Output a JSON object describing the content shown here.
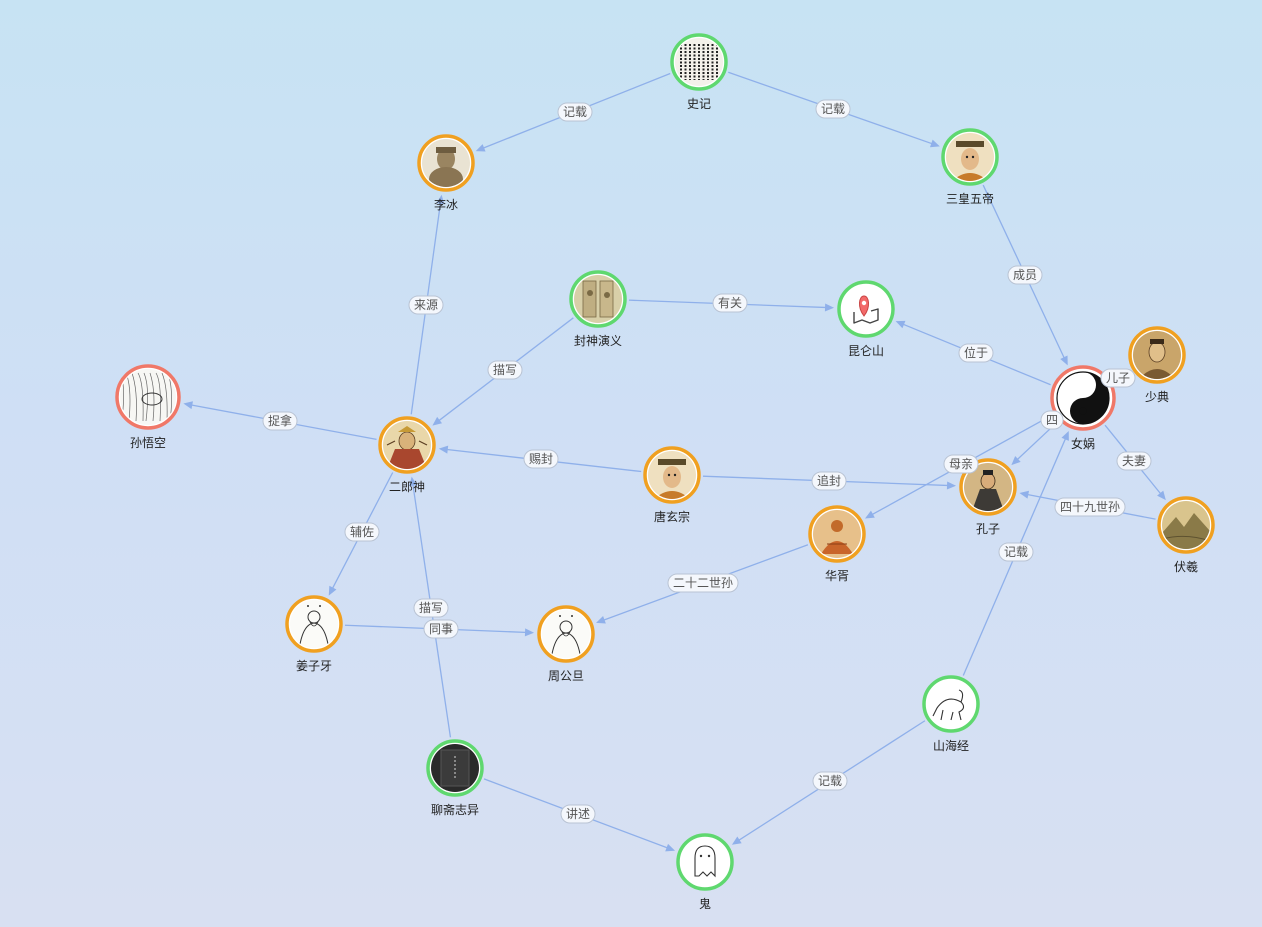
{
  "colors": {
    "concept_ring": "#5fd86f",
    "person_ring": "#f0a020",
    "hub_ring": "#f07868",
    "edge": "#8fb0ea"
  },
  "nodes": [
    {
      "id": "shiji",
      "label": "史记",
      "kind": "concept",
      "icon": "bamboo-script-icon"
    },
    {
      "id": "libing",
      "label": "李冰",
      "kind": "person",
      "icon": "statue-portrait-icon"
    },
    {
      "id": "sanhuang",
      "label": "三皇五帝",
      "kind": "concept",
      "icon": "emperor-portrait-icon"
    },
    {
      "id": "fengshen",
      "label": "封神演义",
      "kind": "concept",
      "icon": "book-illustration-icon"
    },
    {
      "id": "kunlun",
      "label": "昆仑山",
      "kind": "concept",
      "icon": "map-pin-icon"
    },
    {
      "id": "sunwukong",
      "label": "孙悟空",
      "kind": "hub",
      "icon": "sketch-illustration-icon"
    },
    {
      "id": "erlang",
      "label": "二郎神",
      "kind": "person",
      "icon": "deity-portrait-icon"
    },
    {
      "id": "tangxuanzong",
      "label": "唐玄宗",
      "kind": "person",
      "icon": "emperor-portrait-icon"
    },
    {
      "id": "nvwa",
      "label": "女娲",
      "kind": "hub",
      "icon": "yin-yang-icon"
    },
    {
      "id": "shaodian",
      "label": "少典",
      "kind": "person",
      "icon": "ancient-portrait-icon"
    },
    {
      "id": "kongzi",
      "label": "孔子",
      "kind": "person",
      "icon": "sage-portrait-icon"
    },
    {
      "id": "huaxu",
      "label": "华胥",
      "kind": "person",
      "icon": "seated-figure-icon"
    },
    {
      "id": "fuxi",
      "label": "伏羲",
      "kind": "person",
      "icon": "landscape-painting-icon"
    },
    {
      "id": "jiangziya",
      "label": "姜子牙",
      "kind": "person",
      "icon": "line-drawing-figure-icon"
    },
    {
      "id": "zhougongdan",
      "label": "周公旦",
      "kind": "person",
      "icon": "line-drawing-figure-icon"
    },
    {
      "id": "shanhaijing",
      "label": "山海经",
      "kind": "concept",
      "icon": "mythical-beast-icon"
    },
    {
      "id": "liaozhai",
      "label": "聊斋志异",
      "kind": "concept",
      "icon": "dark-book-cover-icon"
    },
    {
      "id": "gui",
      "label": "鬼",
      "kind": "concept",
      "icon": "ghost-icon"
    }
  ],
  "edges": [
    {
      "from": "shiji",
      "to": "libing",
      "label": "记载"
    },
    {
      "from": "shiji",
      "to": "sanhuang",
      "label": "记载"
    },
    {
      "from": "sanhuang",
      "to": "nvwa",
      "label": "成员"
    },
    {
      "from": "fengshen",
      "to": "kunlun",
      "label": "有关"
    },
    {
      "from": "nvwa",
      "to": "kunlun",
      "label": "位于"
    },
    {
      "from": "fengshen",
      "to": "erlang",
      "label": "描写"
    },
    {
      "from": "erlang",
      "to": "libing",
      "label": "来源"
    },
    {
      "from": "erlang",
      "to": "sunwukong",
      "label": "捉拿"
    },
    {
      "from": "tangxuanzong",
      "to": "erlang",
      "label": "赐封"
    },
    {
      "from": "tangxuanzong",
      "to": "kongzi",
      "label": "追封"
    },
    {
      "from": "shaodian",
      "to": "nvwa",
      "label": "儿子"
    },
    {
      "from": "nvwa",
      "to": "kongzi",
      "label": "四"
    },
    {
      "from": "nvwa",
      "to": "huaxu",
      "label": "母亲"
    },
    {
      "from": "nvwa",
      "to": "fuxi",
      "label": "夫妻"
    },
    {
      "from": "fuxi",
      "to": "kongzi",
      "label": "四十九世孙"
    },
    {
      "from": "erlang",
      "to": "jiangziya",
      "label": "辅佐"
    },
    {
      "from": "liaozhai",
      "to": "erlang",
      "label": "描写"
    },
    {
      "from": "jiangziya",
      "to": "zhougongdan",
      "label": "同事"
    },
    {
      "from": "huaxu",
      "to": "zhougongdan",
      "label": "二十二世孙"
    },
    {
      "from": "shanhaijing",
      "to": "nvwa",
      "label": "记载"
    },
    {
      "from": "shanhaijing",
      "to": "gui",
      "label": "记载"
    },
    {
      "from": "liaozhai",
      "to": "gui",
      "label": "讲述"
    }
  ]
}
